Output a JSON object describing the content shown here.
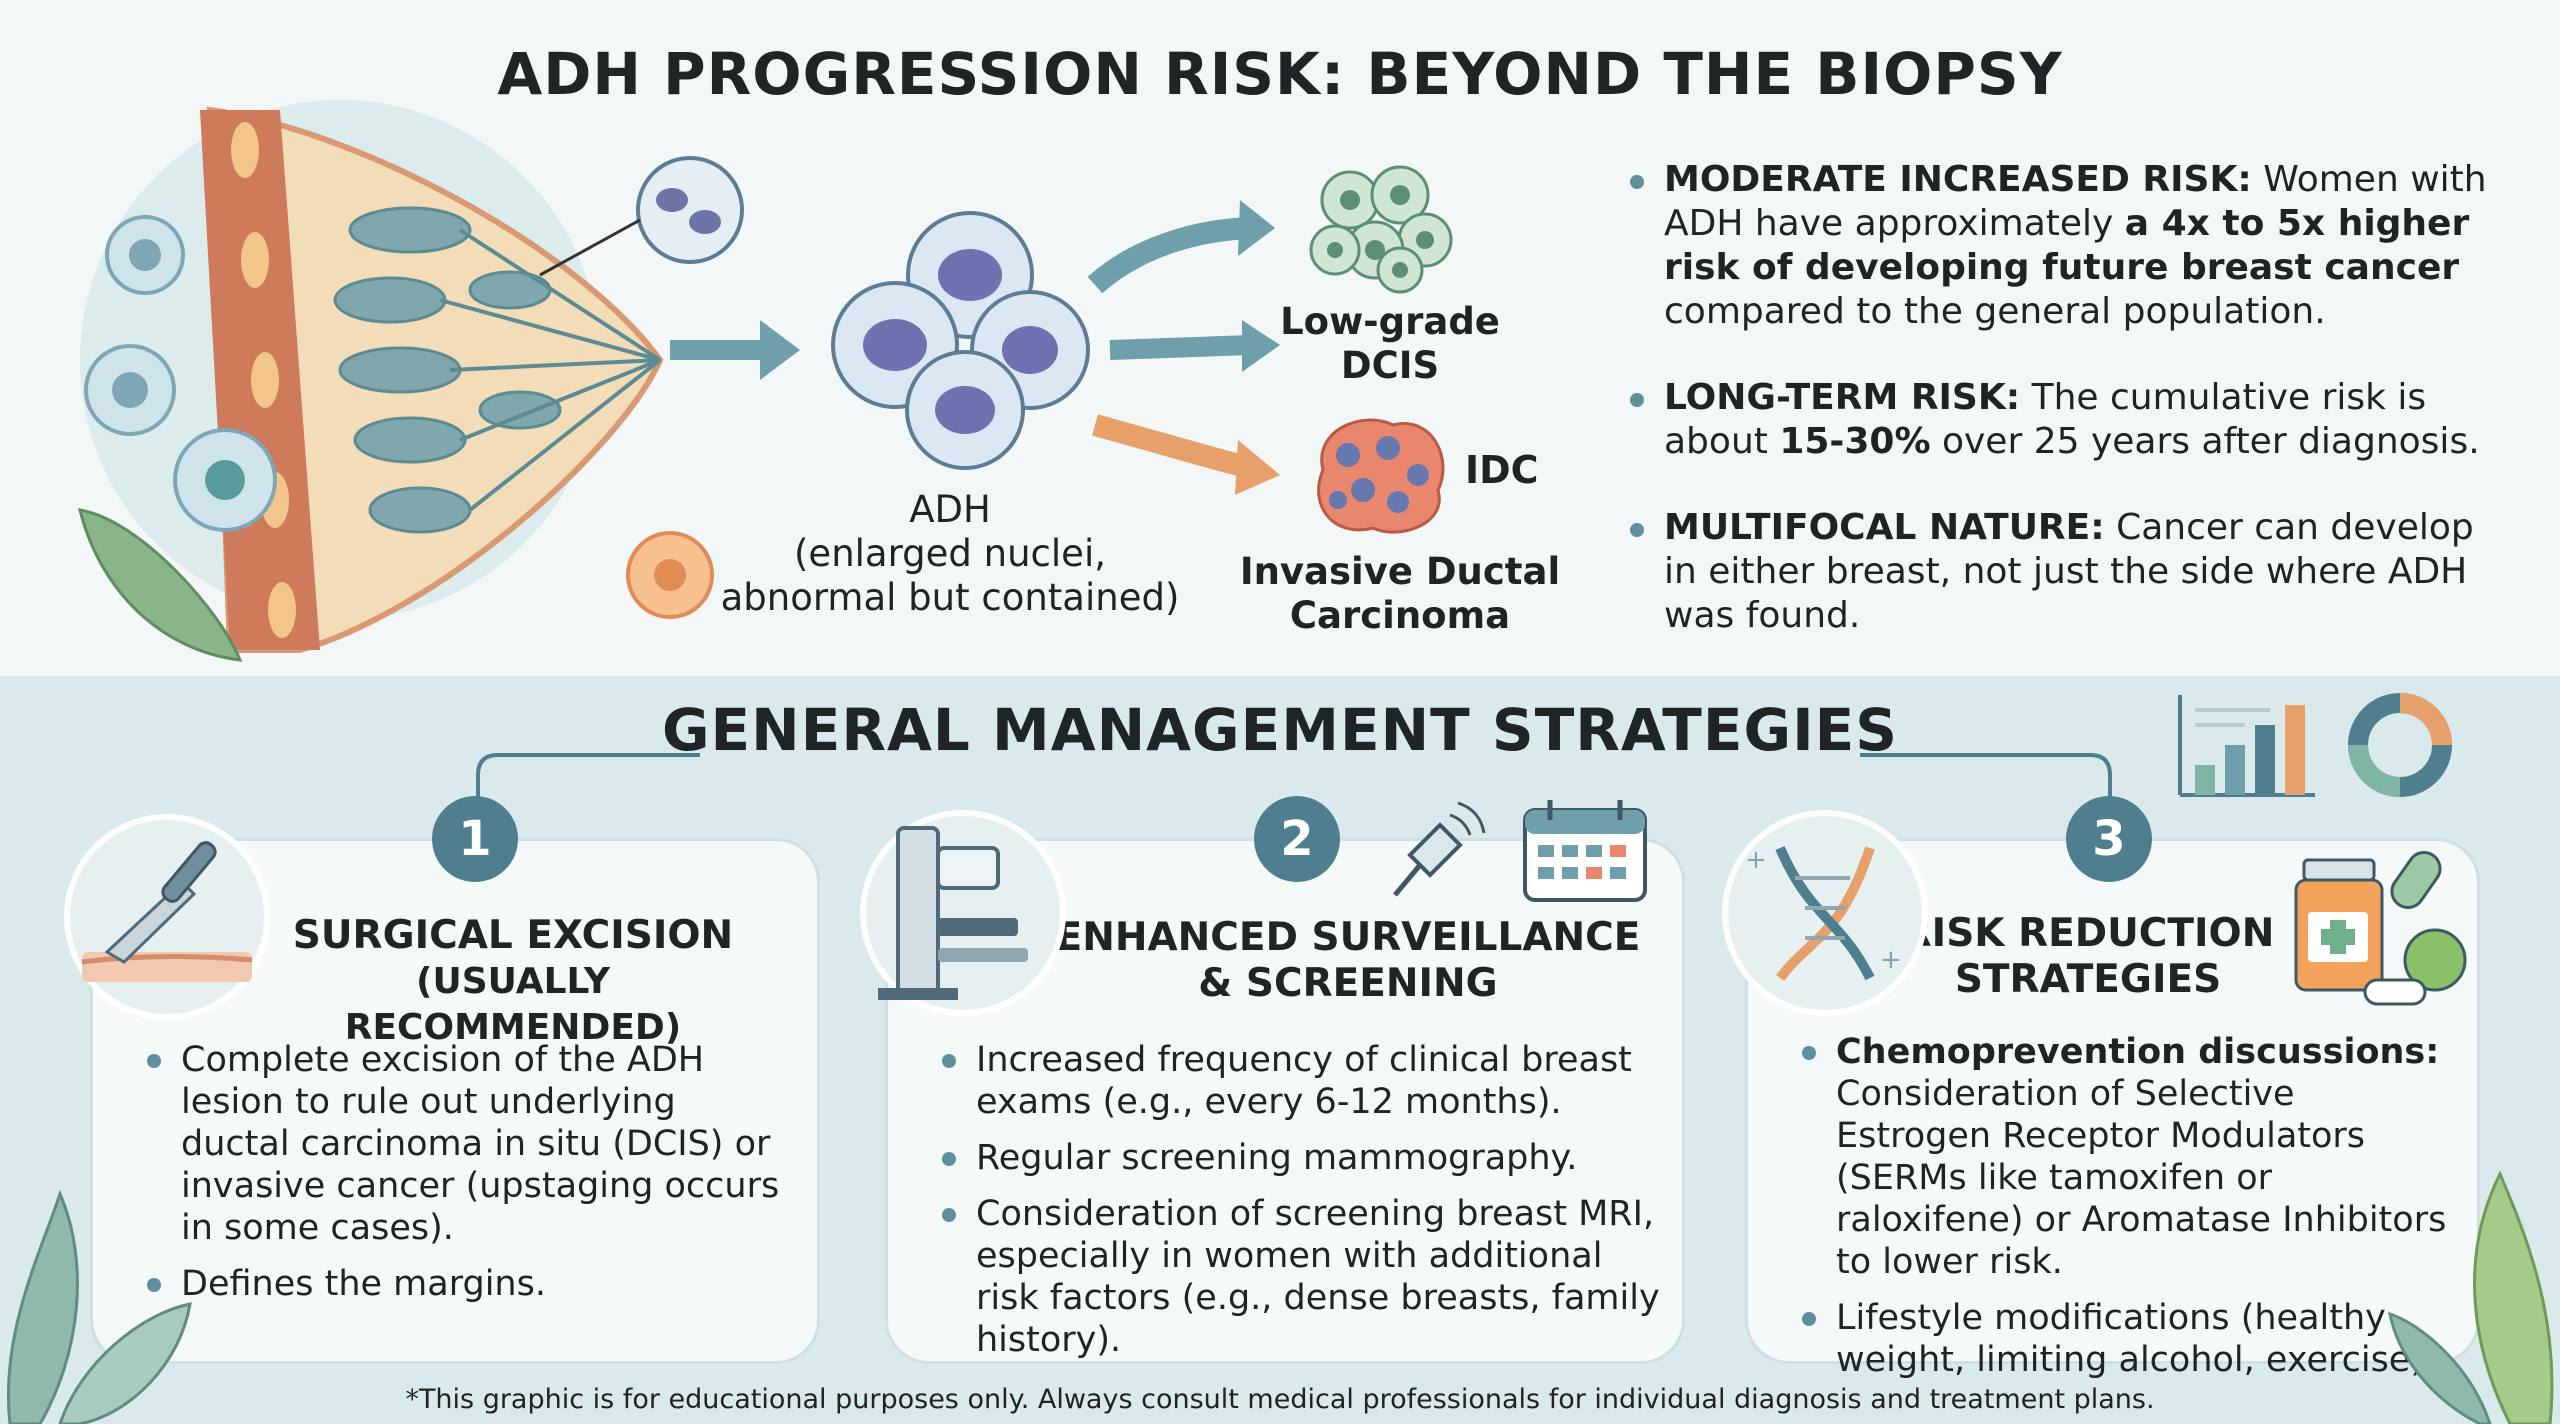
{
  "title": "ADH PROGRESSION RISK: BEYOND THE BIOPSY",
  "diagram": {
    "adh_title": "ADH",
    "adh_desc1": "(enlarged nuclei,",
    "adh_desc2": "abnormal but contained)",
    "lowgrade_line1": "Low-grade",
    "lowgrade_line2": "DCIS",
    "idc": "IDC",
    "invasive_line1": "Invasive Ductal",
    "invasive_line2": "Carcinoma"
  },
  "risks": [
    {
      "label": "MODERATE INCREASED RISK:",
      "text_a": " Women with ADH have approximately ",
      "bold": "a 4x to 5x higher risk of developing future breast cancer",
      "text_b": " compared to the general population."
    },
    {
      "label": "LONG-TERM RISK:",
      "text_a": " The cumulative risk is about ",
      "bold": "15-30%",
      "text_b": " over 25 years after diagnosis."
    },
    {
      "label": "MULTIFOCAL NATURE:",
      "text_a": " Cancer can develop in either breast, not just the side where ADH was found.",
      "bold": "",
      "text_b": ""
    }
  ],
  "management_title": "GENERAL MANAGEMENT STRATEGIES",
  "strategies": [
    {
      "number": "1",
      "heading_line1": "SURGICAL EXCISION",
      "heading_line2": "(USUALLY RECOMMENDED)",
      "bullets": [
        "Complete excision of the ADH lesion to rule out underlying ductal carcinoma in situ (DCIS) or invasive cancer (upstaging occurs in some cases).",
        "Defines the margins."
      ]
    },
    {
      "number": "2",
      "heading_line1": "ENHANCED SURVEILLANCE",
      "heading_line2": "& SCREENING",
      "bullets": [
        "Increased frequency of clinical breast exams (e.g., every 6-12 months).",
        "Regular screening mammography.",
        "Consideration of screening breast MRI, especially in women with additional risk factors (e.g., dense breasts, family history)."
      ]
    },
    {
      "number": "3",
      "heading_line1": "RISK REDUCTION",
      "heading_line2": "STRATEGIES",
      "bullets_bold_first": "Chemoprevention discussions:",
      "bullets": [
        " Consideration of Selective Estrogen Receptor Modulators (SERMs like tamoxifen or raloxifene) or Aromatase Inhibitors to lower risk.",
        "Lifestyle modifications (healthy weight, limiting alcohol, exercise)."
      ]
    }
  ],
  "disclaimer": "*This graphic is for educational purposes only. Always consult medical professionals for individual diagnosis and treatment plans.",
  "colors": {
    "accent": "#4f7f8f",
    "arrow_teal": "#6f9fab",
    "arrow_orange": "#e8a06a",
    "panel_bg": "#d9e9ec"
  }
}
